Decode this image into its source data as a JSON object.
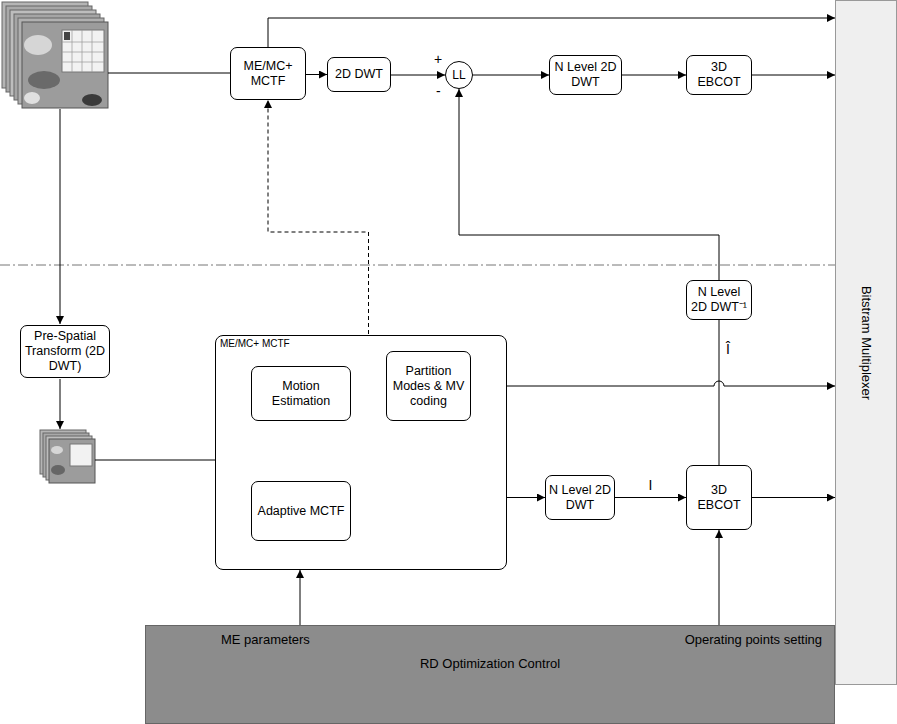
{
  "diagram": {
    "nodes": [
      {
        "text": [
          "ME/MC+ MCTF"
        ]
      },
      {
        "text": [
          "2D DWT"
        ]
      },
      {
        "text": [
          "LL"
        ]
      },
      {
        "text": [
          "N Level 2D DWT"
        ]
      },
      {
        "text": [
          "3D EBCOT"
        ]
      },
      {
        "text": [
          "Bitstram Multiplexer"
        ]
      },
      {
        "text": [
          "N Level 2D DWT⁻¹"
        ]
      },
      {
        "text": [
          "Pre-Spatial Transform (2D DWT)"
        ]
      },
      {
        "text": [
          "ME/MC+ MCTF"
        ]
      },
      {
        "text": [
          "Motion Estimation"
        ],
        "in": 8
      },
      {
        "text": [
          "Partition Modes & MV coding"
        ],
        "in": 8
      },
      {
        "text": [
          "Adaptive MCTF"
        ],
        "in": 8
      },
      {
        "text": [
          "N Level 2D DWT"
        ]
      },
      {
        "text": [
          "3D EBCOT"
        ]
      },
      {
        "text": [
          "ME parameters",
          "Operating points setting",
          "RD Optimization Control"
        ]
      }
    ],
    "edges": [
      {
        "from": 0,
        "to": 1,
        "arrow": "to"
      },
      {
        "from": 0,
        "to": 5,
        "arrow": "to"
      },
      {
        "from": 1,
        "to": 2,
        "arrow": "to"
      },
      {
        "from": 2,
        "to": 3,
        "arrow": "to"
      },
      {
        "from": 3,
        "to": 4,
        "arrow": "to"
      },
      {
        "from": 4,
        "to": 5,
        "arrow": "to"
      },
      {
        "from": 6,
        "to": 2,
        "arrow": "to"
      },
      {
        "from": 13,
        "to": 6,
        "label": "Î",
        "arrow": "none"
      },
      {
        "from": 9,
        "to": 10,
        "arrow": "to"
      },
      {
        "from": 9,
        "to": 0,
        "arrow": "to"
      },
      {
        "from": 9,
        "to": 11,
        "arrow": "to"
      },
      {
        "from": 10,
        "to": 5,
        "arrow": "to"
      },
      {
        "from": 11,
        "to": 12,
        "arrow": "to"
      },
      {
        "from": 12,
        "to": 13,
        "label": "I",
        "arrow": "to"
      },
      {
        "from": 13,
        "to": 5,
        "arrow": "to"
      },
      {
        "from": 14,
        "to": 8,
        "arrow": "to"
      },
      {
        "from": 14,
        "to": 13,
        "arrow": "to"
      }
    ],
    "labels": [
      "+",
      "-"
    ]
  }
}
